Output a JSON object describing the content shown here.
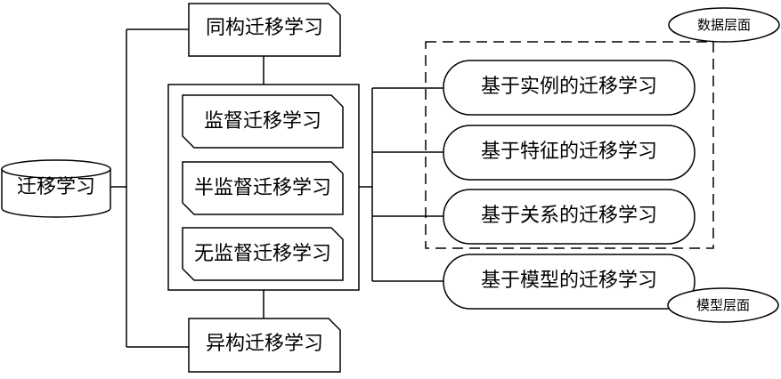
{
  "root": {
    "label": "迁移学习"
  },
  "homogeneous": {
    "label": "同构迁移学习"
  },
  "heterogeneous": {
    "label": "异构迁移学习"
  },
  "supervision_types": [
    {
      "label": "监督迁移学习"
    },
    {
      "label": "半监督迁移学习"
    },
    {
      "label": "无监督迁移学习"
    }
  ],
  "methods": [
    {
      "label": "基于实例的迁移学习"
    },
    {
      "label": "基于特征的迁移学习"
    },
    {
      "label": "基于关系的迁移学习"
    },
    {
      "label": "基于模型的迁移学习"
    }
  ],
  "data_level": {
    "label": "数据层面"
  },
  "model_level": {
    "label": "模型层面"
  },
  "colors": {
    "stroke": "#000000",
    "fill": "#ffffff"
  }
}
